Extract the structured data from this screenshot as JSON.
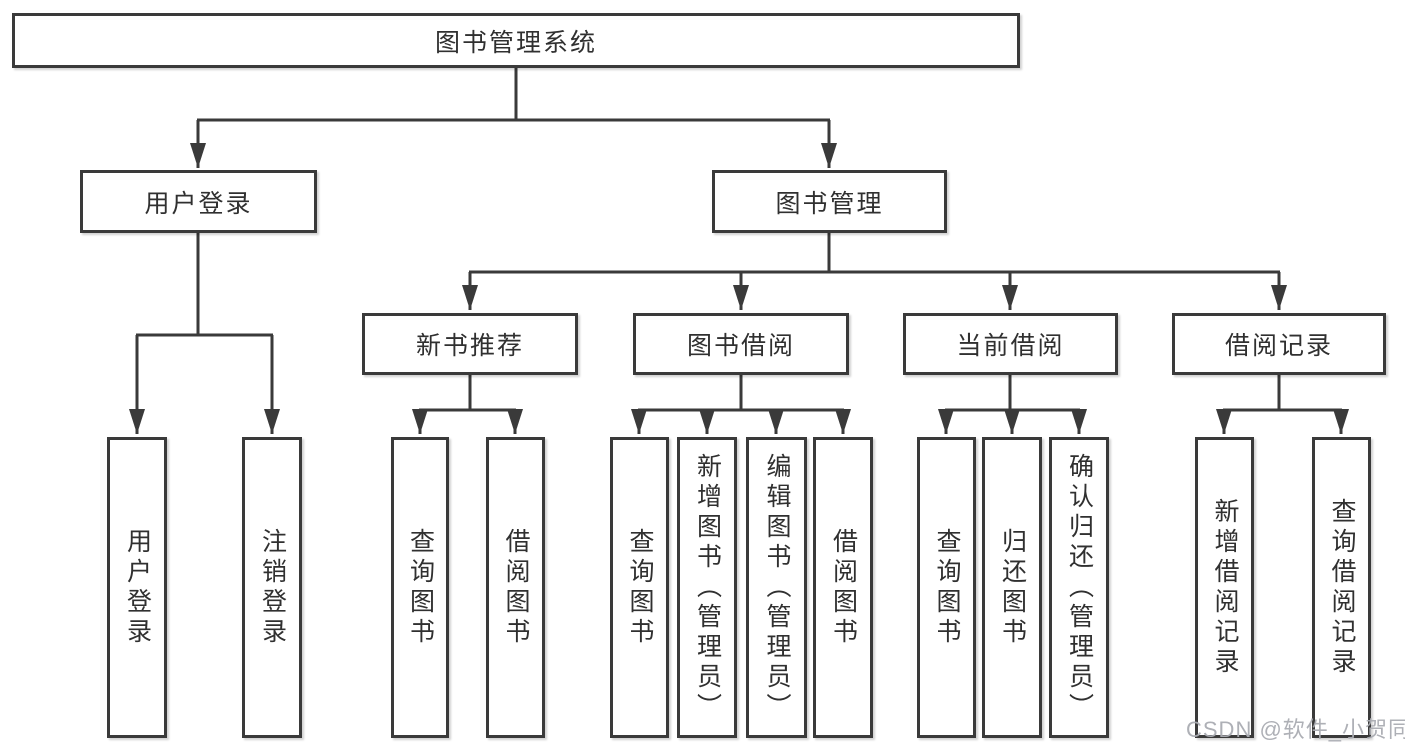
{
  "diagram": {
    "root": "图书管理系统",
    "level2": {
      "user_login": "用户登录",
      "book_management": "图书管理"
    },
    "level3": {
      "new_books": "新书推荐",
      "book_borrowing": "图书借阅",
      "current_borrowing": "当前借阅",
      "borrowing_records": "借阅记录"
    },
    "user_login_children": {
      "login": "用户登录",
      "logout": "注销登录"
    },
    "new_books_children": {
      "query_books": "查询图书",
      "borrow_books": "借阅图书"
    },
    "book_borrowing_children": {
      "query_books": "查询图书",
      "add_books_admin": "新增图书（管理员）",
      "edit_books_admin": "编辑图书（管理员）",
      "borrow_books": "借阅图书"
    },
    "current_borrowing_children": {
      "query_books": "查询图书",
      "return_books": "归还图书",
      "confirm_return_admin": "确认归还（管理员）"
    },
    "borrowing_records_children": {
      "add_record": "新增借阅记录",
      "query_record": "查询借阅记录"
    }
  },
  "watermark": "CSDN @软件_小贺同学",
  "colors": {
    "line": "#3a3a3a",
    "text": "#303030",
    "background": "#ffffff",
    "watermark": "#aaacb2"
  }
}
